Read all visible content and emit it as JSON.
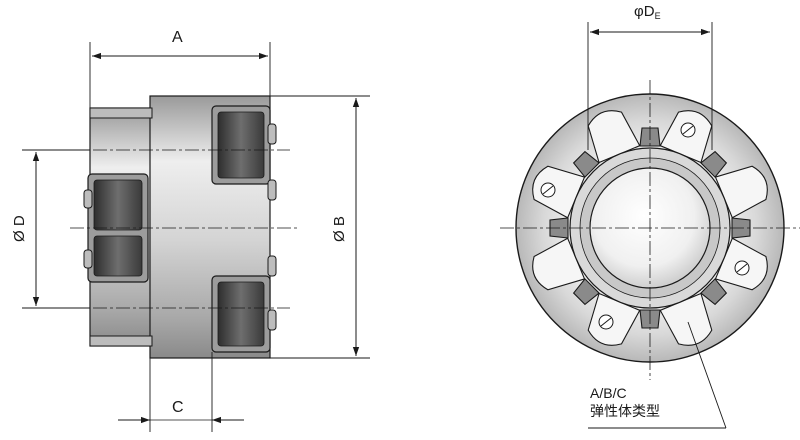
{
  "drawing": {
    "side_view": {
      "dim_A": "A",
      "dim_B": "Ø B",
      "dim_C": "C",
      "dim_D": "Ø D"
    },
    "front_view": {
      "dim_DE_prefix": "φD",
      "dim_DE_sub": "E",
      "callout_line1": "A/B/C",
      "callout_line2": "弹性体类型"
    }
  },
  "colors": {
    "line": "#1a1a1a",
    "metal_light": "#e6e6e6",
    "metal_mid": "#bdbdbd",
    "metal_dark": "#7a7a7a",
    "elastomer_dark": "#3c3c3c",
    "elastomer_mid": "#6a6a6a"
  }
}
